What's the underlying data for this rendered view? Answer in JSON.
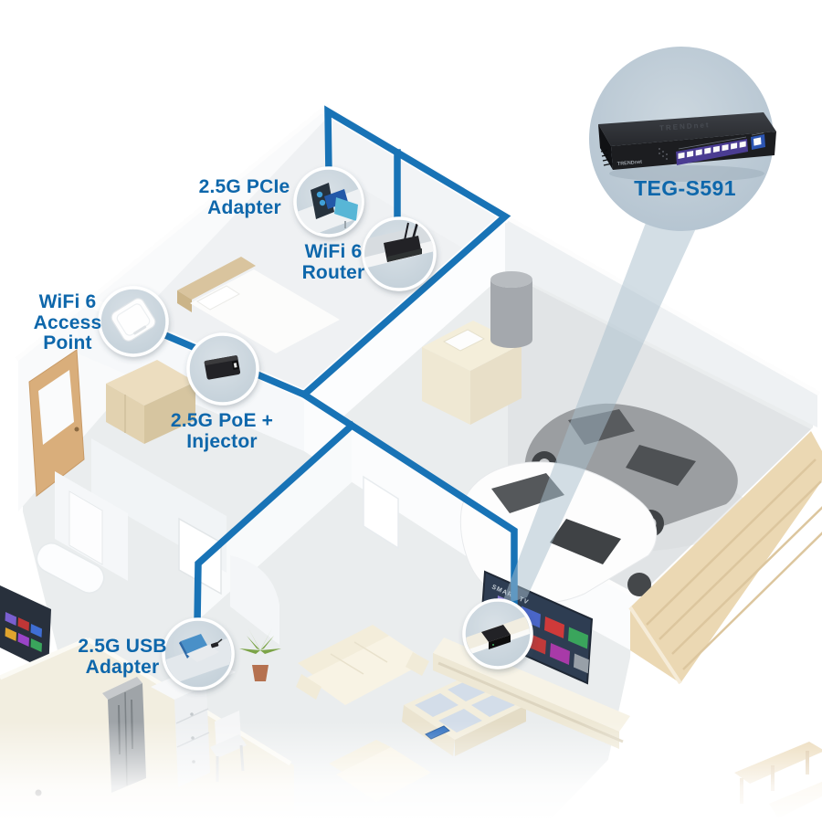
{
  "product": {
    "model": "TEG-S591",
    "brand": "TRENDnet"
  },
  "labels": {
    "pcie": {
      "line1": "2.5G PCIe",
      "line2": "Adapter"
    },
    "router": {
      "line1": "WiFi 6",
      "line2": "Router"
    },
    "access_point": {
      "line1": "WiFi 6",
      "line2": "Access",
      "line3": "Point"
    },
    "poe_injector": {
      "line1": "2.5G PoE +",
      "line2": "Injector"
    },
    "usb": {
      "line1": "2.5G USB",
      "line2": "Adapter"
    },
    "model": "TEG-S591",
    "tv": "SMART TV",
    "brand": "TRENDnet"
  },
  "callouts": [
    {
      "id": "pcie-adapter",
      "label": "2.5G PCIe Adapter"
    },
    {
      "id": "wifi6-router",
      "label": "WiFi 6 Router"
    },
    {
      "id": "wifi6-access-point",
      "label": "WiFi 6 Access Point"
    },
    {
      "id": "poe-injector",
      "label": "2.5G PoE + Injector"
    },
    {
      "id": "usb-adapter",
      "label": "2.5G USB Adapter"
    },
    {
      "id": "switch",
      "label": "TEG-S591"
    }
  ],
  "colors": {
    "label_blue": "#0e67ab",
    "cable_blue": "#1873b6",
    "callout_circle_bg": "#c9d4dd",
    "beam": "#a7bdcc"
  }
}
